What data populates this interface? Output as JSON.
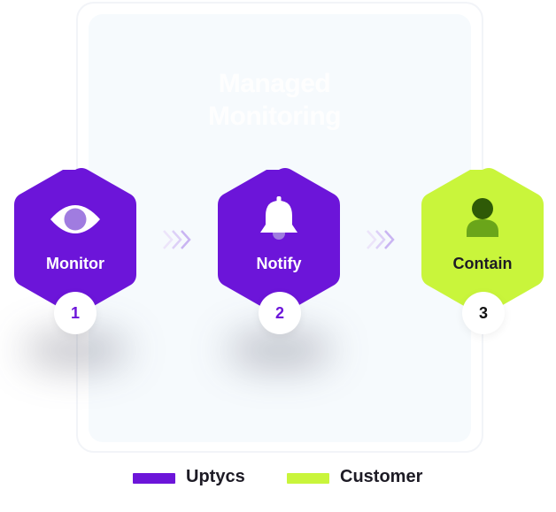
{
  "panel": {
    "title_line1": "Managed",
    "title_line2": "Monitoring"
  },
  "steps": [
    {
      "label": "Monitor",
      "number": "1",
      "icon": "eye-icon",
      "owner": "Uptycs"
    },
    {
      "label": "Notify",
      "number": "2",
      "icon": "bell-icon",
      "owner": "Uptycs"
    },
    {
      "label": "Contain",
      "number": "3",
      "icon": "person-icon",
      "owner": "Customer"
    }
  ],
  "legend": [
    {
      "label": "Uptycs",
      "color": "#6c15d9"
    },
    {
      "label": "Customer",
      "color": "#c9f53b"
    }
  ],
  "colors": {
    "uptycs_purple": "#6c15d9",
    "icon_lilac": "#a07ce0",
    "customer_lime": "#c9f53b",
    "customer_dark_green": "#2f5a07",
    "customer_mid_green": "#6aa51a",
    "chevron_light": "#e2d6f8"
  }
}
